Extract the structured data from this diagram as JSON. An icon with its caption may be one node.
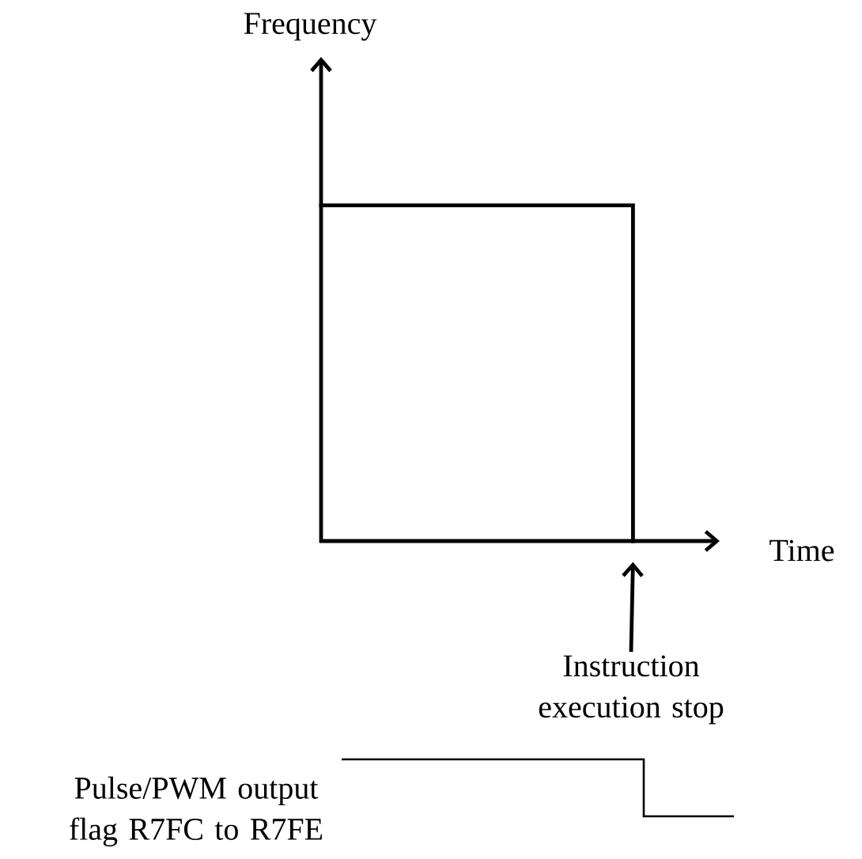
{
  "diagram": {
    "nodes": [
      {
        "text": [
          "Instruction execution stop"
        ]
      },
      {
        "text": [],
        "shape": "line"
      }
    ],
    "edges": [
      {
        "from": 0,
        "to": 1,
        "arrow": "to"
      }
    ],
    "labels": [
      "Frequency",
      "Time",
      "Pulse/PWM output flag R7FC to R7FE"
    ]
  }
}
